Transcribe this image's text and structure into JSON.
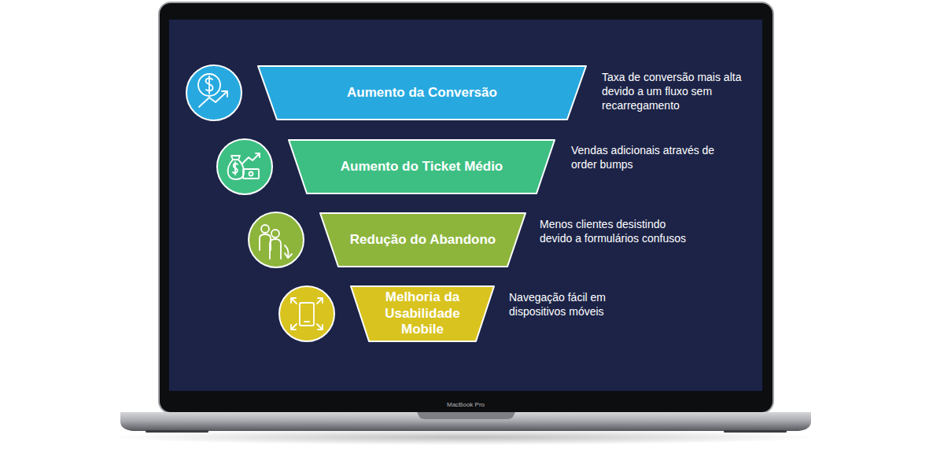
{
  "diagram": {
    "nodes": [
      {
        "text": [
          "Aumento da Conversão"
        ]
      },
      {
        "text": [
          "Aumento do Ticket Médio"
        ]
      },
      {
        "text": [
          "Redução do Abandono"
        ]
      },
      {
        "text": [
          "Melhoria da Usabilidade Mobile"
        ]
      }
    ],
    "labels": [
      "Taxa de conversão mais alta devido a um fluxo sem recarregamento",
      "Vendas adicionais através de order bumps",
      "Menos clientes desistindo devido a formulários confusos",
      "Navegação fácil em dispositivos móveis",
      "MacBook Pro"
    ]
  }
}
